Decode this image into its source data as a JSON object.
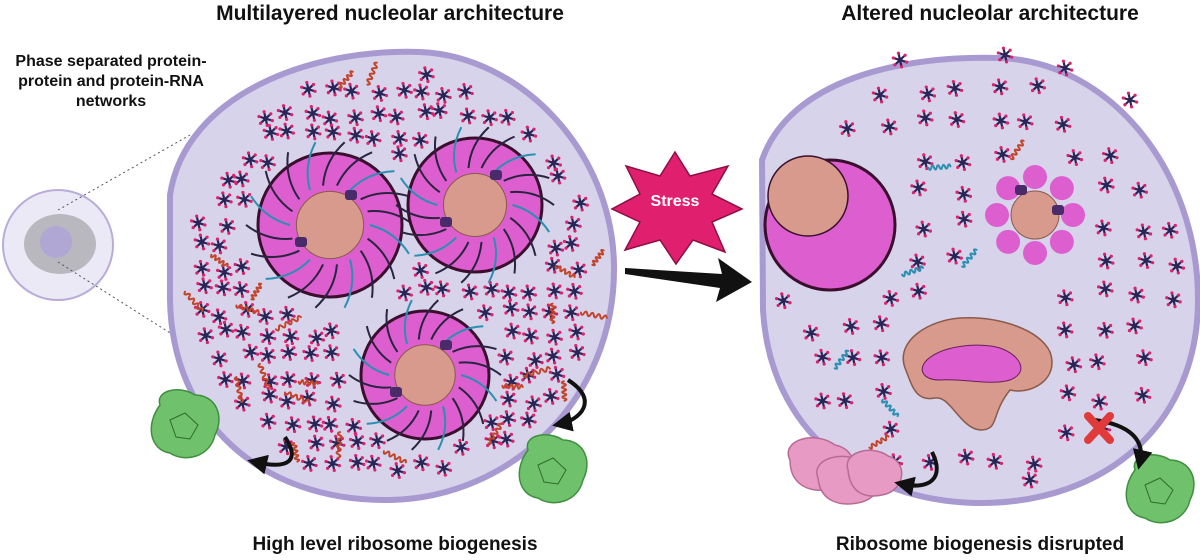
{
  "titles": {
    "left": "Multilayered nucleolar architecture",
    "right": "Altered nucleolar architecture"
  },
  "side_label": "Phase separated protein-protein and protein-RNA networks",
  "stress_label": "Stress",
  "captions": {
    "left": "High level ribosome biogenesis",
    "right": "Ribosome biogenesis disrupted"
  },
  "colors": {
    "nucleolus_fill": "#d6d3ea",
    "nucleolus_edge": "#a999d1",
    "compartment_fill": "#dd5fcf",
    "compartment_edge": "#3a0f2e",
    "core_fill": "#d79a8c",
    "star_fill": "#e01f6e",
    "protein_dark": "#2b2457",
    "rna_teal": "#2a8fb0",
    "rna_red": "#c4442a",
    "ribosome_green": "#6fc26b",
    "ribosome_pink": "#e79ac3",
    "block_red": "#e03a3a",
    "arrow": "#111111"
  }
}
